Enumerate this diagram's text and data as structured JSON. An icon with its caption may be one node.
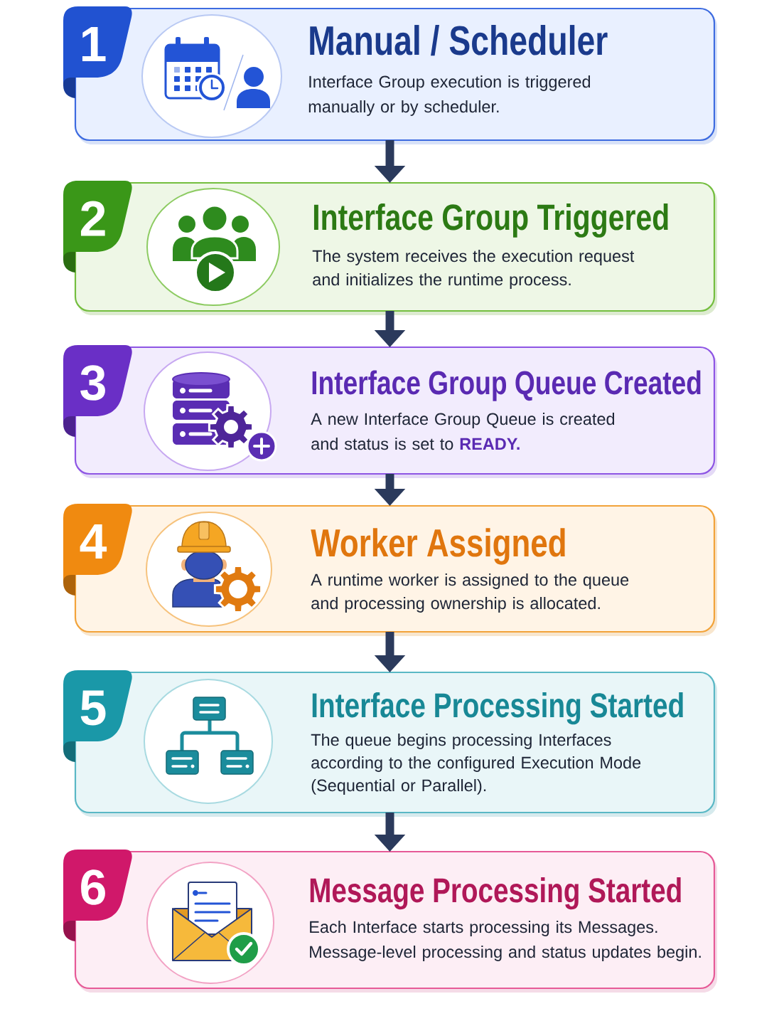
{
  "diagram": {
    "nodes": [
      {
        "text": [
          "1",
          "Manual / Scheduler",
          "Interface Group execution is triggered manually or by scheduler."
        ]
      },
      {
        "text": [
          "2",
          "Interface Group Triggered",
          "The system receives the execution request and initializes the runtime process."
        ]
      },
      {
        "text": [
          "3",
          "Interface Group Queue Created",
          "A new Interface Group Queue is created and status is set to **READY.**"
        ]
      },
      {
        "text": [
          "4",
          "Worker Assigned",
          "A runtime worker is assigned to the queue and processing ownership is allocated."
        ]
      },
      {
        "text": [
          "5",
          "Interface Processing Started",
          "The queue begins processing Interfaces according to the configured Execution Mode (Sequential or Parallel)."
        ]
      },
      {
        "text": [
          "6",
          "Message Processing Started",
          "Each Interface starts processing its Messages. Message-level processing and status updates begin."
        ]
      }
    ],
    "edges": [
      {
        "from": 0,
        "to": 1,
        "arrow": "to"
      },
      {
        "from": 1,
        "to": 2,
        "arrow": "to"
      },
      {
        "from": 2,
        "to": 3,
        "arrow": "to"
      },
      {
        "from": 3,
        "to": 4,
        "arrow": "to"
      },
      {
        "from": 4,
        "to": 5,
        "arrow": "to"
      }
    ]
  }
}
